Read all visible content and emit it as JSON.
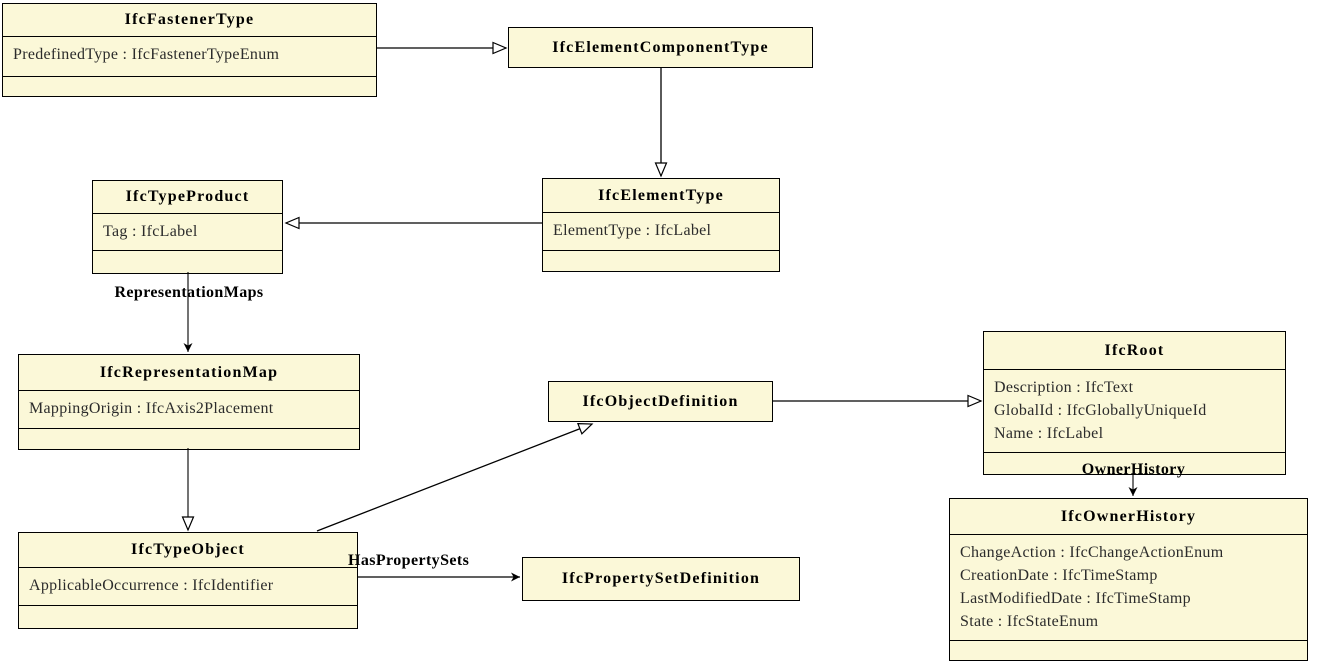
{
  "diagram": {
    "type": "uml-class-diagram",
    "classes": {
      "fastenerType": {
        "name": "IfcFastenerType",
        "attributes": [
          "PredefinedType : IfcFastenerTypeEnum"
        ]
      },
      "elementComponentType": {
        "name": "IfcElementComponentType",
        "attributes": []
      },
      "typeProduct": {
        "name": "IfcTypeProduct",
        "attributes": [
          "Tag : IfcLabel"
        ]
      },
      "elementType": {
        "name": "IfcElementType",
        "attributes": [
          "ElementType : IfcLabel"
        ]
      },
      "representationMap": {
        "name": "IfcRepresentationMap",
        "attributes": [
          "MappingOrigin : IfcAxis2Placement"
        ]
      },
      "objectDefinition": {
        "name": "IfcObjectDefinition",
        "attributes": []
      },
      "root": {
        "name": "IfcRoot",
        "attributes": [
          "Description : IfcText",
          "GlobalId : IfcGloballyUniqueId",
          "Name : IfcLabel"
        ]
      },
      "typeObject": {
        "name": "IfcTypeObject",
        "attributes": [
          "ApplicableOccurrence : IfcIdentifier"
        ]
      },
      "propertySetDefinition": {
        "name": "IfcPropertySetDefinition",
        "attributes": []
      },
      "ownerHistory": {
        "name": "IfcOwnerHistory",
        "attributes": [
          "ChangeAction : IfcChangeActionEnum",
          "CreationDate : IfcTimeStamp",
          "LastModifiedDate : IfcTimeStamp",
          "State : IfcStateEnum"
        ]
      }
    },
    "edge_labels": {
      "representation_maps": "RepresentationMaps",
      "owner_history": "OwnerHistory",
      "has_property_sets": "HasPropertySets"
    },
    "relationships": [
      {
        "from": "IfcFastenerType",
        "to": "IfcElementComponentType",
        "type": "inheritance"
      },
      {
        "from": "IfcElementComponentType",
        "to": "IfcElementType",
        "type": "inheritance"
      },
      {
        "from": "IfcElementType",
        "to": "IfcTypeProduct",
        "type": "inheritance"
      },
      {
        "from": "IfcTypeProduct",
        "to": "IfcRepresentationMap",
        "type": "association",
        "label": "RepresentationMaps"
      },
      {
        "from": "IfcRepresentationMap",
        "to": "IfcTypeObject",
        "type": "inheritance"
      },
      {
        "from": "IfcTypeObject",
        "to": "IfcObjectDefinition",
        "type": "inheritance"
      },
      {
        "from": "IfcObjectDefinition",
        "to": "IfcRoot",
        "type": "inheritance"
      },
      {
        "from": "IfcRoot",
        "to": "IfcOwnerHistory",
        "type": "association",
        "label": "OwnerHistory"
      },
      {
        "from": "IfcTypeObject",
        "to": "IfcPropertySetDefinition",
        "type": "association",
        "label": "HasPropertySets"
      }
    ],
    "colors": {
      "class_fill": "#FBF8D8",
      "border": "#000000",
      "background": "#FFFFFF"
    }
  }
}
